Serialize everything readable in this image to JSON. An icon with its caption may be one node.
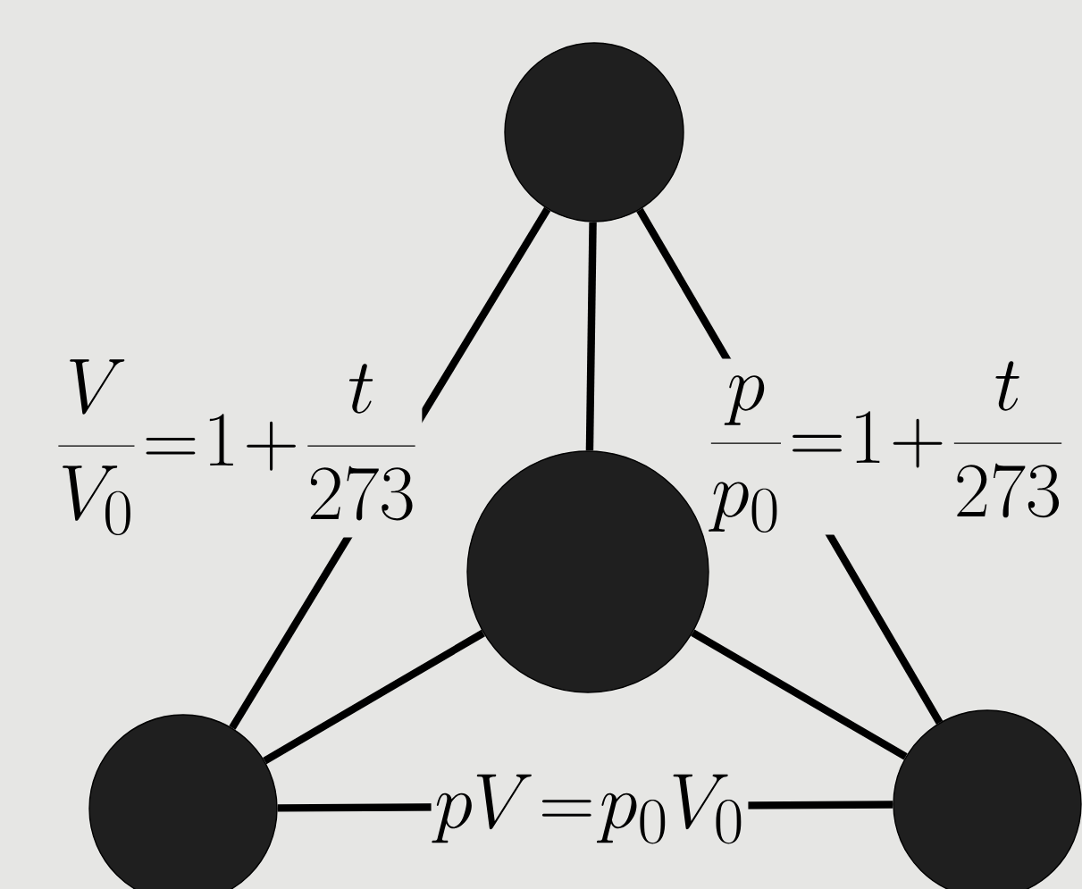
{
  "diagram": {
    "nodes": [
      {
        "text": [],
        "shape": "circle"
      },
      {
        "text": [],
        "shape": "circle"
      },
      {
        "text": [],
        "shape": "circle"
      },
      {
        "text": [],
        "shape": "circle"
      }
    ],
    "edges": [
      {
        "from": 0,
        "to": 1,
        "arrow": "none"
      },
      {
        "from": 0,
        "to": 2,
        "arrow": "none",
        "label": "\\frac{V}{V_0}=1+\\frac{t}{273}"
      },
      {
        "from": 0,
        "to": 3,
        "arrow": "none",
        "label": "\\frac{p}{p_0}=1+\\frac{t}{273}"
      },
      {
        "from": 1,
        "to": 2,
        "arrow": "none"
      },
      {
        "from": 1,
        "to": 3,
        "arrow": "none"
      },
      {
        "from": 2,
        "to": 3,
        "arrow": "none",
        "label": "pV=p_0V_0"
      }
    ]
  }
}
